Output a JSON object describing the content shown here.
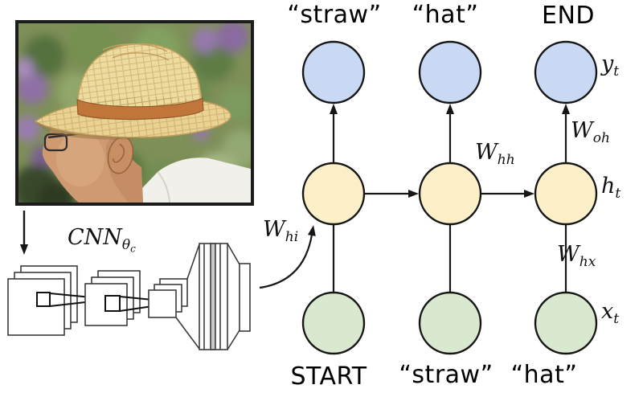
{
  "figure": {
    "rnn": {
      "output_words": [
        "“straw”",
        "“hat”",
        "END"
      ],
      "input_words": [
        "START",
        "“straw”",
        "“hat”"
      ]
    },
    "math": {
      "cnn": {
        "base": "CNN",
        "sub": "θ",
        "subsub": "c"
      },
      "w_hi": {
        "base": "W",
        "sub": "hi"
      },
      "w_hh": {
        "base": "W",
        "sub": "hh"
      },
      "w_oh": {
        "base": "W",
        "sub": "oh"
      },
      "w_hx": {
        "base": "W",
        "sub": "hx"
      },
      "y_t": {
        "base": "y",
        "sub": "t"
      },
      "h_t": {
        "base": "h",
        "sub": "t"
      },
      "x_t": {
        "base": "x",
        "sub": "t"
      }
    },
    "icons": {
      "photo": "man-in-straw-hat-photo",
      "cnn_sketch": "cnn-convolution-layers-sketch"
    },
    "colors": {
      "output_node_fill": "#c9d9f4",
      "hidden_node_fill": "#fdf0c9",
      "input_node_fill": "#d9e9d0",
      "outline": "#1a1a1a",
      "background": "#ffffff"
    }
  }
}
